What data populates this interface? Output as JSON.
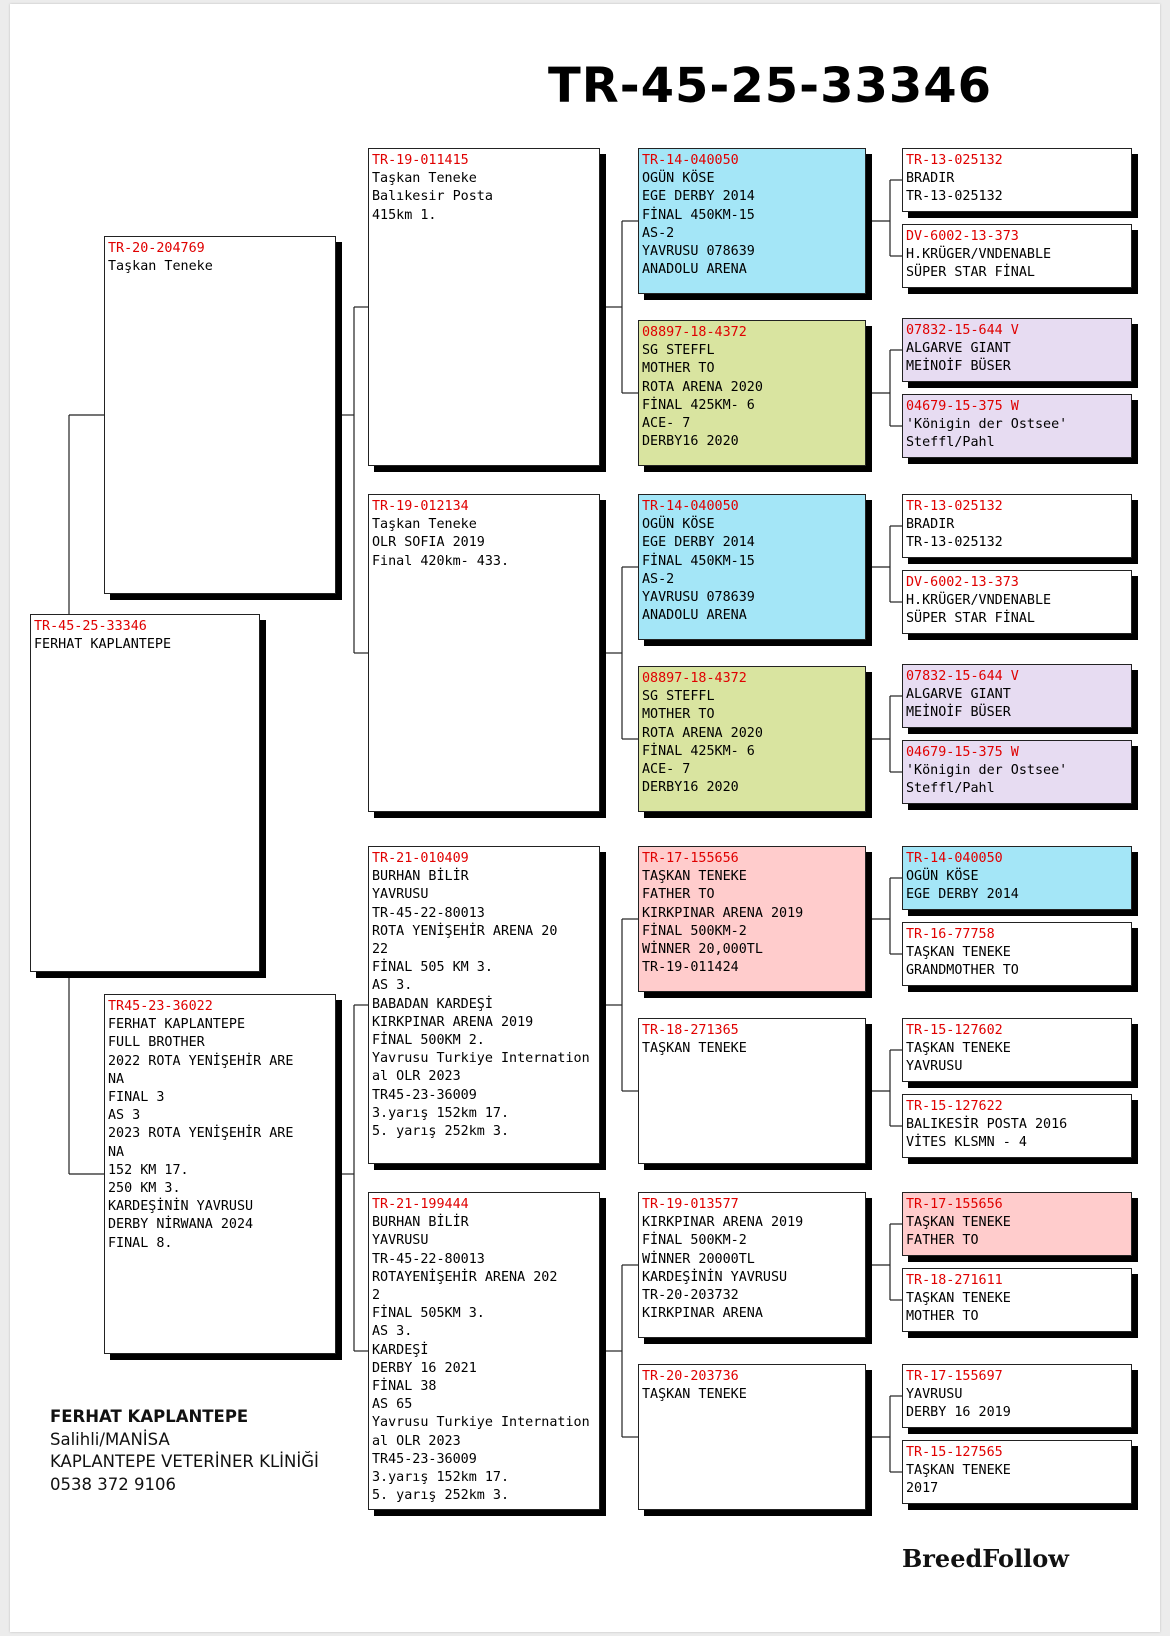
{
  "title": "TR-45-25-33346",
  "colors": {
    "id_text": "#e00000",
    "blue": "#a4e6f7",
    "green": "#d9e4a0",
    "purple": "#e7dcf2",
    "pink": "#ffcccc",
    "white": "#ffffff"
  },
  "boxes": [
    {
      "key": "subject",
      "id": "TR-45-25-33346",
      "lines": [
        "FERHAT KAPLANTEPE"
      ],
      "color": "white"
    },
    {
      "key": "sire",
      "id": "TR-20-204769",
      "lines": [
        "Taşkan Teneke"
      ],
      "color": "white"
    },
    {
      "key": "dam",
      "id": "TR45-23-36022",
      "lines": [
        "FERHAT KAPLANTEPE",
        "FULL BROTHER",
        "2022 ROTA YENİŞEHİR ARE",
        "NA",
        "FINAL 3",
        "AS 3",
        "2023 ROTA YENİŞEHİR ARE",
        "NA",
        "152 KM 17.",
        "250 KM 3.",
        "KARDEŞİNİN YAVRUSU",
        "DERBY NİRWANA 2024",
        "FINAL 8."
      ],
      "color": "white"
    },
    {
      "key": "ss",
      "id": "TR-19-011415",
      "lines": [
        "Taşkan Teneke",
        "Balıkesir Posta",
        "415km 1."
      ],
      "color": "white"
    },
    {
      "key": "sd",
      "id": "TR-19-012134",
      "lines": [
        "Taşkan Teneke",
        "OLR SOFIA 2019",
        "Final 420km- 433."
      ],
      "color": "white"
    },
    {
      "key": "ds",
      "id": "TR-21-010409",
      "lines": [
        "BURHAN BİLİR",
        "YAVRUSU",
        "TR-45-22-80013",
        "ROTA YENİŞEHİR ARENA 20",
        "22",
        "FİNAL 505 KM 3.",
        "AS 3.",
        "BABADAN KARDEŞİ",
        "KIRKPINAR ARENA 2019",
        "FİNAL 500KM 2.",
        "Yavrusu Turkiye Internation",
        "al OLR 2023",
        "TR45-23-36009",
        "3.yarış 152km 17.",
        "5. yarış 252km 3."
      ],
      "color": "white"
    },
    {
      "key": "dd",
      "id": "TR-21-199444",
      "lines": [
        "BURHAN BİLİR",
        "YAVRUSU",
        "TR-45-22-80013",
        "ROTAYENİŞEHİR ARENA 202",
        "2",
        "FİNAL 505KM 3.",
        "AS 3.",
        "KARDEŞİ",
        "DERBY 16 2021",
        "FİNAL 38",
        "AS 65",
        "Yavrusu Turkiye Internation",
        "al OLR 2023",
        "TR45-23-36009",
        "3.yarış 152km 17.",
        "5. yarış 252km 3."
      ],
      "color": "white"
    },
    {
      "key": "sss",
      "id": "TR-14-040050",
      "lines": [
        "OGÜN KÖSE",
        "EGE DERBY 2014",
        "FİNAL 450KM-15",
        "AS-2",
        "YAVRUSU 078639",
        "ANADOLU ARENA"
      ],
      "color": "blue"
    },
    {
      "key": "ssd",
      "id": "08897-18-4372",
      "lines": [
        "SG STEFFL",
        "MOTHER TO",
        "ROTA ARENA 2020",
        "FİNAL 425KM- 6",
        "ACE- 7",
        "DERBY16 2020"
      ],
      "color": "green"
    },
    {
      "key": "sds",
      "id": "TR-14-040050",
      "lines": [
        "OGÜN KÖSE",
        "EGE DERBY 2014",
        "FİNAL 450KM-15",
        "AS-2",
        "YAVRUSU 078639",
        "ANADOLU ARENA"
      ],
      "color": "blue"
    },
    {
      "key": "sdd",
      "id": "08897-18-4372",
      "lines": [
        "SG STEFFL",
        "MOTHER TO",
        "ROTA ARENA 2020",
        "FİNAL 425KM- 6",
        "ACE- 7",
        "DERBY16 2020"
      ],
      "color": "green"
    },
    {
      "key": "dss",
      "id": "TR-17-155656",
      "lines": [
        "TAŞKAN TENEKE",
        "FATHER TO",
        "KIRKPINAR ARENA 2019",
        "FİNAL 500KM-2",
        "WİNNER 20,000TL",
        "TR-19-011424"
      ],
      "color": "pink"
    },
    {
      "key": "dsd",
      "id": "TR-18-271365",
      "lines": [
        "TAŞKAN TENEKE"
      ],
      "color": "white"
    },
    {
      "key": "dds",
      "id": "TR-19-013577",
      "lines": [
        "KIRKPINAR ARENA 2019",
        "FİNAL 500KM-2",
        "WİNNER 20000TL",
        "KARDEŞİNİN YAVRUSU",
        "TR-20-203732",
        "KIRKPINAR ARENA"
      ],
      "color": "white"
    },
    {
      "key": "ddd",
      "id": "TR-20-203736",
      "lines": [
        "TAŞKAN TENEKE"
      ],
      "color": "white"
    },
    {
      "key": "g1",
      "id": "TR-13-025132",
      "lines": [
        "BRADIR",
        "TR-13-025132"
      ],
      "color": "white"
    },
    {
      "key": "g2",
      "id": "DV-6002-13-373",
      "lines": [
        "H.KRÜGER/VNDENABLE",
        "SÜPER STAR FİNAL"
      ],
      "color": "white"
    },
    {
      "key": "g3",
      "id": "07832-15-644 V",
      "lines": [
        "ALGARVE GIANT",
        "MEİNOİF BÜSER"
      ],
      "color": "purple"
    },
    {
      "key": "g4",
      "id": "04679-15-375 W",
      "lines": [
        "'Königin der Ostsee'",
        "Steffl/Pahl"
      ],
      "color": "purple"
    },
    {
      "key": "g5",
      "id": "TR-13-025132",
      "lines": [
        "BRADIR",
        "TR-13-025132"
      ],
      "color": "white"
    },
    {
      "key": "g6",
      "id": "DV-6002-13-373",
      "lines": [
        "H.KRÜGER/VNDENABLE",
        "SÜPER STAR FİNAL"
      ],
      "color": "white"
    },
    {
      "key": "g7",
      "id": "07832-15-644 V",
      "lines": [
        "ALGARVE GIANT",
        "MEİNOİF BÜSER"
      ],
      "color": "purple"
    },
    {
      "key": "g8",
      "id": "04679-15-375 W",
      "lines": [
        "'Königin der Ostsee'",
        "Steffl/Pahl"
      ],
      "color": "purple"
    },
    {
      "key": "g9",
      "id": "TR-14-040050",
      "lines": [
        "OGÜN KÖSE",
        "EGE DERBY 2014"
      ],
      "color": "blue"
    },
    {
      "key": "g10",
      "id": "TR-16-77758",
      "lines": [
        "TAŞKAN TENEKE",
        "GRANDMOTHER TO"
      ],
      "color": "white"
    },
    {
      "key": "g11",
      "id": "TR-15-127602",
      "lines": [
        "TAŞKAN TENEKE",
        "YAVRUSU"
      ],
      "color": "white"
    },
    {
      "key": "g12",
      "id": "TR-15-127622",
      "lines": [
        "BALIKESİR POSTA 2016",
        "VİTES KLSMN - 4"
      ],
      "color": "white"
    },
    {
      "key": "g13",
      "id": "TR-17-155656",
      "lines": [
        "TAŞKAN TENEKE",
        "FATHER TO"
      ],
      "color": "pink"
    },
    {
      "key": "g14",
      "id": "TR-18-271611",
      "lines": [
        "TAŞKAN TENEKE",
        "MOTHER TO"
      ],
      "color": "white"
    },
    {
      "key": "g15",
      "id": "TR-17-155697",
      "lines": [
        "YAVRUSU",
        "DERBY 16 2019"
      ],
      "color": "white"
    },
    {
      "key": "g16",
      "id": "TR-15-127565",
      "lines": [
        "TAŞKAN TENEKE",
        "2017"
      ],
      "color": "white"
    }
  ],
  "owner": {
    "name": "FERHAT KAPLANTEPE",
    "city": "Salihli/MANİSA",
    "clinic": "KAPLANTEPE VETERİNER KLİNİĞİ",
    "phone": "0538 372 9106"
  },
  "brand": "BreedFollow"
}
